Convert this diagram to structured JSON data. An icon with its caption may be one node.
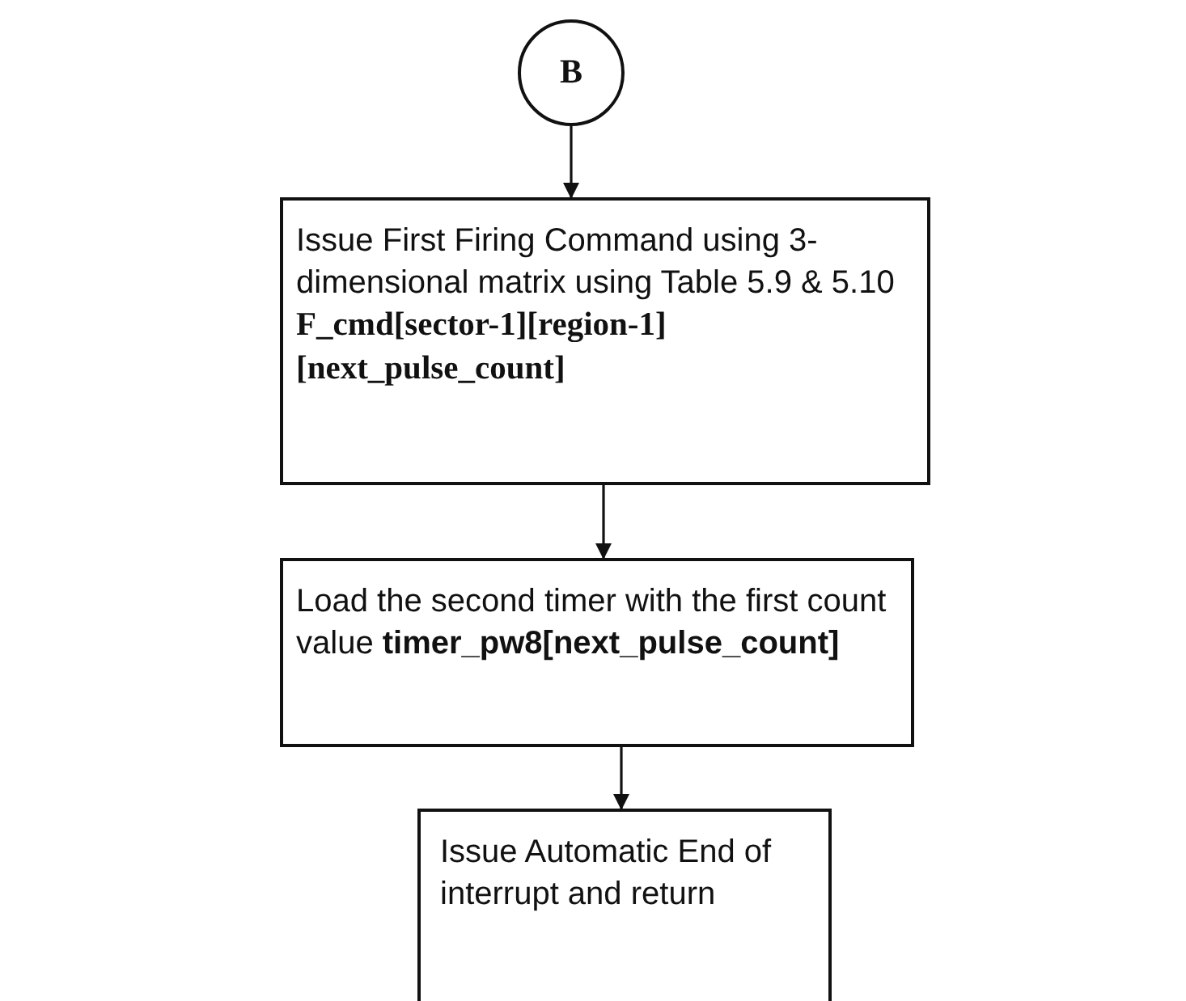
{
  "diagram": {
    "nodes": [
      {
        "text": [
          "B"
        ]
      },
      {
        "text": [
          "Issue First Firing Command using 3-dimensional matrix  using Table 5.9 & 5.10",
          "F_cmd[sector-1][region-1][next_pulse_count]"
        ]
      },
      {
        "text": [
          "Load the second timer with the first count value **timer_pw8[next_pulse_count]**"
        ]
      },
      {
        "text": [
          "Issue Automatic End of interrupt and return"
        ]
      }
    ],
    "edges": [
      {
        "from": 0,
        "to": 1,
        "arrow": "to"
      },
      {
        "from": 1,
        "to": 2,
        "arrow": "to"
      },
      {
        "from": 2,
        "to": 3,
        "arrow": "to"
      }
    ]
  }
}
